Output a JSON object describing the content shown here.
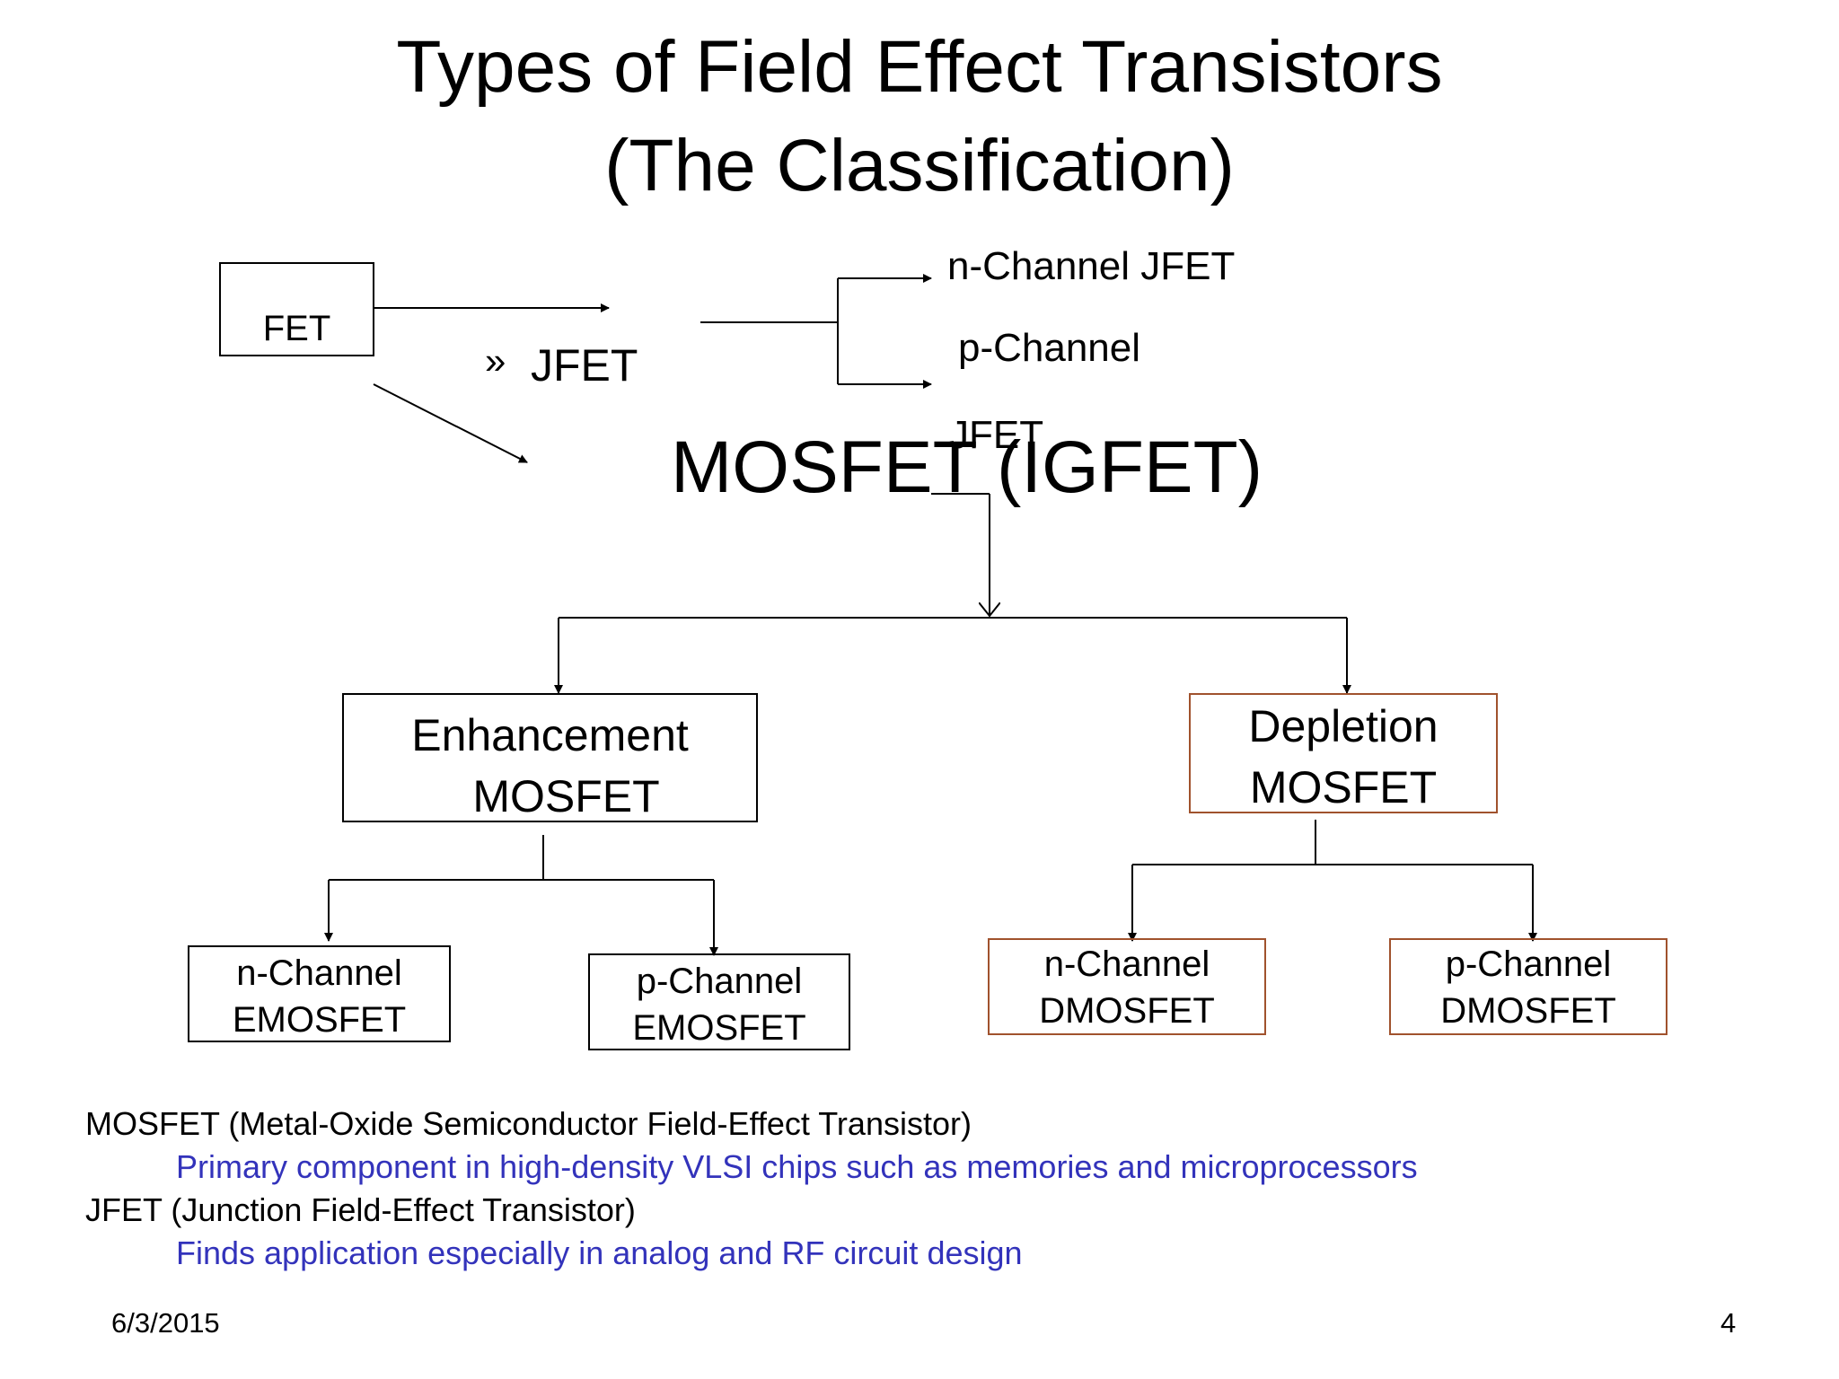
{
  "slide": {
    "title_line1": "Types of Field Effect Transistors",
    "title_line2": "(The Classification)"
  },
  "diagram": {
    "fet": "FET",
    "jfet_bullet": "»",
    "jfet": "JFET",
    "n_channel_jfet": "n-Channel JFET",
    "p_channel_jfet_line1": "p-Channel",
    "p_channel_jfet_line2": "JFET",
    "mosfet": "MOSFET (IGFET)",
    "enhancement": {
      "line1": "Enhancement",
      "line2": "MOSFET"
    },
    "depletion": {
      "line1": "Depletion",
      "line2": "MOSFET"
    },
    "n_emosfet": {
      "line1": "n-Channel",
      "line2": "EMOSFET"
    },
    "p_emosfet": {
      "line1": "p-Channel",
      "line2": "EMOSFET"
    },
    "n_dmosfet": {
      "line1": "n-Channel",
      "line2": "DMOSFET"
    },
    "p_dmosfet": {
      "line1": "p-Channel",
      "line2": "DMOSFET"
    }
  },
  "notes": {
    "mosfet_def": "MOSFET (Metal-Oxide Semiconductor Field-Effect Transistor)",
    "mosfet_use": "Primary component in high-density VLSI chips such as memories and microprocessors",
    "jfet_def": "JFET (Junction Field-Effect Transistor)",
    "jfet_use": "Finds application especially in analog and RF circuit design"
  },
  "footer": {
    "date": "6/3/2015",
    "page": "4"
  },
  "colors": {
    "note_blue": "#3333bb",
    "depletion_border": "#a0522d"
  }
}
